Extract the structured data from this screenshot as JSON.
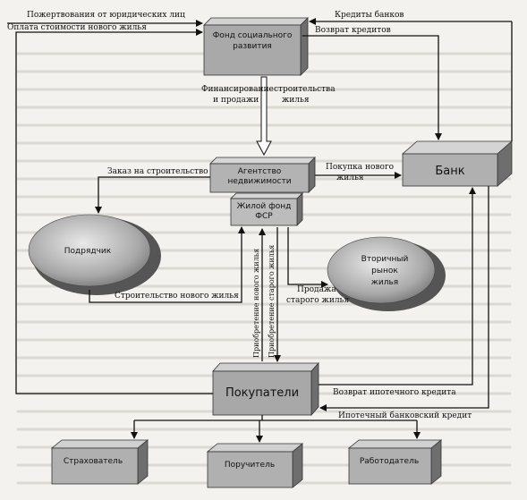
{
  "nodes": {
    "fund": {
      "line1": "Фонд социального",
      "line2": "развития"
    },
    "agency": {
      "line1": "Агентство",
      "line2": "недвижимости"
    },
    "housing_fund": {
      "line1": "Жилой фонд",
      "line2": "ФСР"
    },
    "bank": "Банк",
    "contractor": "Подрядчик",
    "secondary": {
      "line1": "Вторичный",
      "line2": "рынок",
      "line3": "жилья"
    },
    "buyers": "Покупатели",
    "insurer": "Страхователь",
    "guarantor": "Поручитель",
    "employer": "Работодатель"
  },
  "edges": {
    "donations": "Пожертвования от юридических лиц",
    "payment_new": "Оплата стоимости нового жилья",
    "bank_credits": "Кредиты банков",
    "credit_return": "Возврат кредитов",
    "financing": {
      "line1": "Финансирование",
      "line2": "и продажи"
    },
    "construction": {
      "line1": "строительства",
      "line2": "жилья"
    },
    "construction_order": "Заказ на строительство",
    "buy_new": {
      "line1": "Покупка нового",
      "line2": "жилья"
    },
    "new_construction": "Строительство нового жилья",
    "acq_new": "Приобретение нового жилья",
    "acq_old": "Приобретение старого жилья",
    "sale_old": {
      "line1": "Продажа",
      "line2": "старого жилья"
    },
    "mortgage_return": "Возврат ипотечного кредита",
    "mortgage_credit": "Ипотечный банковский кредит"
  }
}
